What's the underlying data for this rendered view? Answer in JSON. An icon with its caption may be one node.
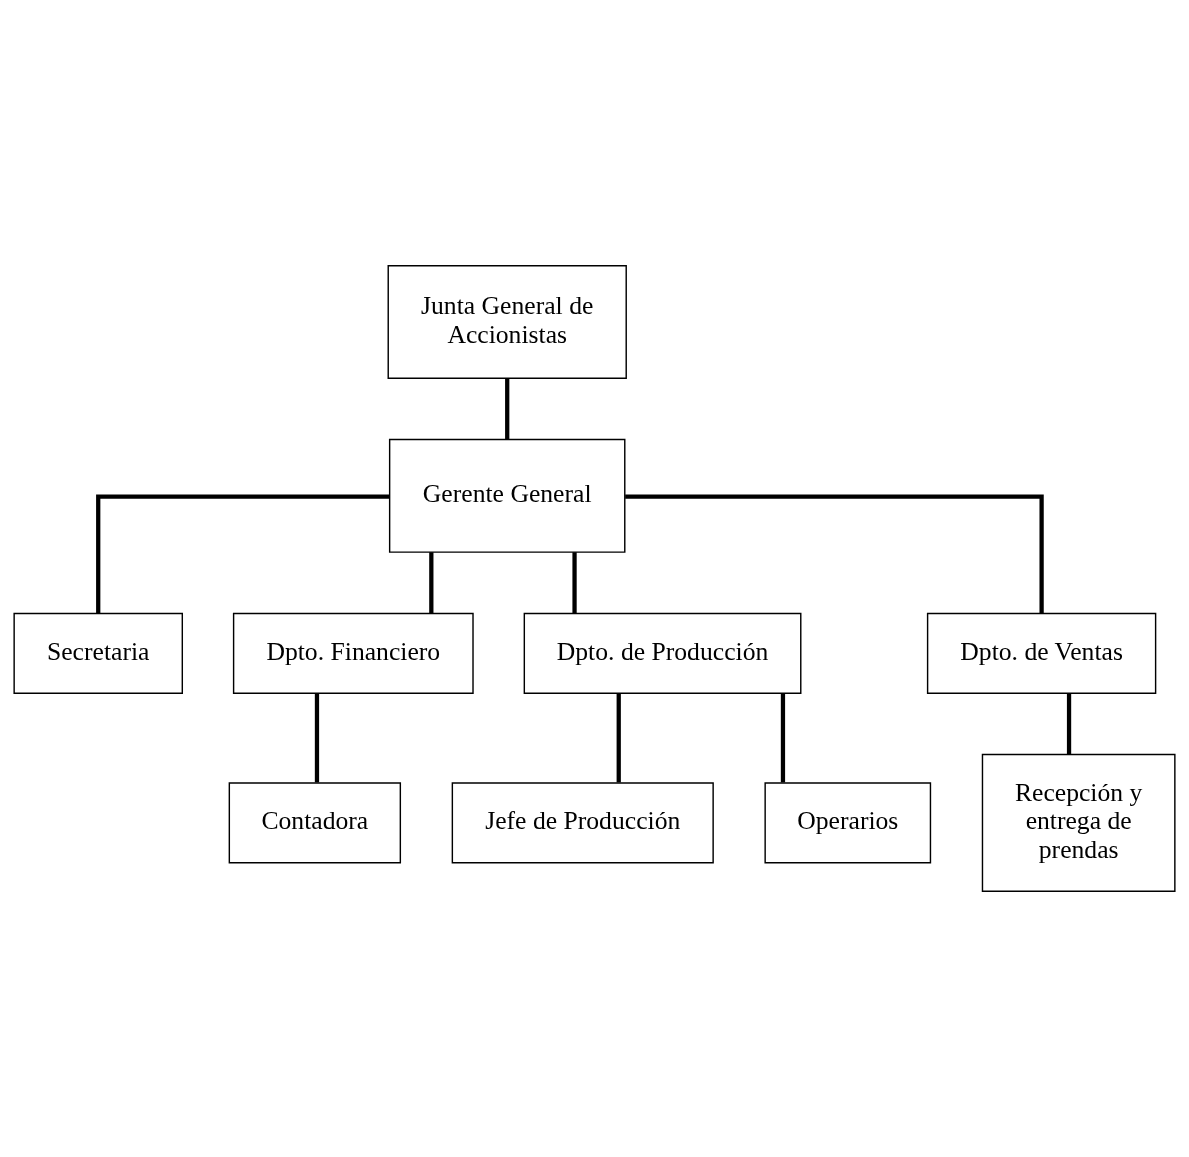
{
  "diagram": {
    "nodes": [
      {
        "text": [
          "Junta General de Accionistas"
        ]
      },
      {
        "text": [
          "Gerente General"
        ]
      },
      {
        "text": [
          "Secretaria"
        ]
      },
      {
        "text": [
          "Dpto. Financiero"
        ]
      },
      {
        "text": [
          "Dpto. de Producción"
        ]
      },
      {
        "text": [
          "Dpto. de Ventas"
        ]
      },
      {
        "text": [
          "Contadora"
        ]
      },
      {
        "text": [
          "Jefe de Producción"
        ]
      },
      {
        "text": [
          "Operarios"
        ]
      },
      {
        "text": [
          "Recepción y entrega de prendas"
        ]
      }
    ],
    "edges": [
      {
        "from": 0,
        "to": 1,
        "arrow": "none"
      },
      {
        "from": 1,
        "to": 2,
        "arrow": "none"
      },
      {
        "from": 1,
        "to": 3,
        "arrow": "none"
      },
      {
        "from": 1,
        "to": 4,
        "arrow": "none"
      },
      {
        "from": 1,
        "to": 5,
        "arrow": "none"
      },
      {
        "from": 3,
        "to": 6,
        "arrow": "none"
      },
      {
        "from": 4,
        "to": 7,
        "arrow": "none"
      },
      {
        "from": 4,
        "to": 8,
        "arrow": "none"
      },
      {
        "from": 5,
        "to": 9,
        "arrow": "none"
      }
    ]
  }
}
